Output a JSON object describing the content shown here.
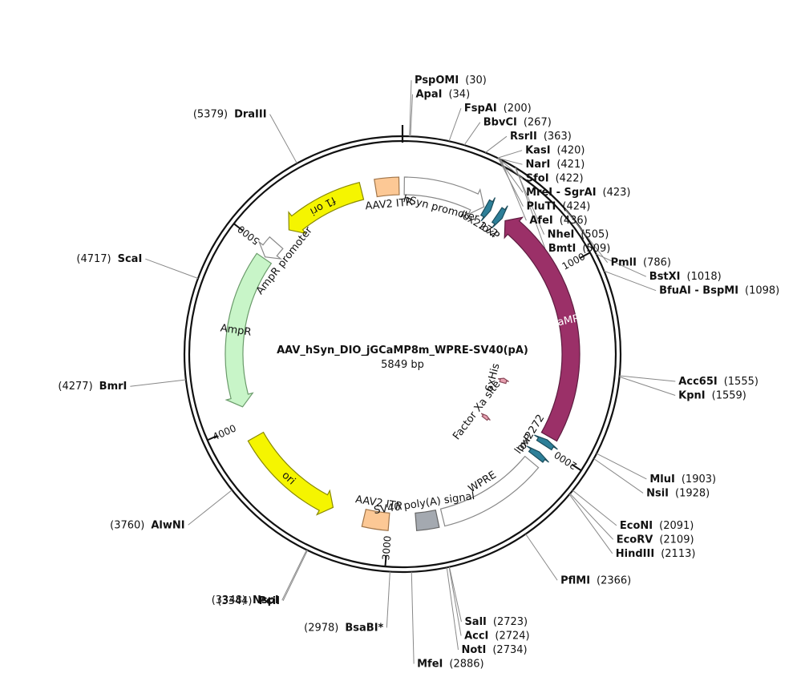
{
  "plasmid": {
    "name": "AAV_hSyn_DIO_jGCaMP8m_WPRE-SV40(pA)",
    "size_label": "5849 bp",
    "length": 5849
  },
  "ticks": [
    {
      "pos": 1000,
      "label": "1000"
    },
    {
      "pos": 2000,
      "label": "2000"
    },
    {
      "pos": 3000,
      "label": "3000"
    },
    {
      "pos": 4000,
      "label": "4000"
    },
    {
      "pos": 5000,
      "label": "5000"
    }
  ],
  "features": [
    {
      "id": "aav2-itr-left",
      "label": "AAV2 ITR",
      "start": 5700,
      "end": 5830,
      "type": "box",
      "color": "#fcc895",
      "stroke": "#a0754a"
    },
    {
      "id": "hsyn-promoter",
      "label": "hSyn promoter",
      "start": 10,
      "end": 470,
      "type": "arrow",
      "dir": 1,
      "color": "#ffffff",
      "stroke": "#888888"
    },
    {
      "id": "lox2272-a",
      "label": "lox2272",
      "start": 478,
      "end": 512,
      "type": "arrow",
      "dir": 1,
      "color": "#2d7f98",
      "stroke": "#1b4d5c"
    },
    {
      "id": "loxp-a",
      "label": "loxP",
      "start": 555,
      "end": 589,
      "type": "arrow",
      "dir": 1,
      "color": "#2d7f98",
      "stroke": "#1b4d5c"
    },
    {
      "id": "jgcamp8m",
      "label": "jGCaMP8m",
      "start": 610,
      "end": 1940,
      "type": "arrow",
      "dir": -1,
      "color": "#9b3068",
      "stroke": "#5e1c40"
    },
    {
      "id": "6xhis",
      "label": "6xHis",
      "start": 1680,
      "end": 1720,
      "type": "arrow",
      "dir": -1,
      "color": "#e8a0b0",
      "stroke": "#8a4a5a",
      "inner": true
    },
    {
      "id": "lox2272-b",
      "label": "lox2272",
      "start": 1960,
      "end": 1994,
      "type": "arrow",
      "dir": -1,
      "color": "#2d7f98",
      "stroke": "#1b4d5c"
    },
    {
      "id": "loxp-b",
      "label": "loxP",
      "start": 2040,
      "end": 2074,
      "type": "arrow",
      "dir": -1,
      "color": "#2d7f98",
      "stroke": "#1b4d5c"
    },
    {
      "id": "factor-xa",
      "label": "Factor Xa site",
      "start": 2050,
      "end": 2080,
      "type": "arrow",
      "dir": -1,
      "color": "#e8a0b0",
      "stroke": "#8a4a5a",
      "inner": true
    },
    {
      "id": "wpre",
      "label": "WPRE",
      "start": 2110,
      "end": 2700,
      "type": "box",
      "color": "#ffffff",
      "stroke": "#888888"
    },
    {
      "id": "sv40-polya",
      "label": "SV40 poly(A) signal",
      "start": 2730,
      "end": 2850,
      "type": "box",
      "color": "#a4a9b0",
      "stroke": "#666666"
    },
    {
      "id": "aav2-itr-right",
      "label": "AAV2 ITR",
      "start": 3000,
      "end": 3140,
      "type": "box",
      "color": "#fcc895",
      "stroke": "#a0754a"
    },
    {
      "id": "ori",
      "label": "ori",
      "start": 3320,
      "end": 3910,
      "type": "arrow",
      "dir": -1,
      "color": "#f5f500",
      "stroke": "#8a8a00"
    },
    {
      "id": "ampr",
      "label": "AmpR",
      "start": 4090,
      "end": 4950,
      "type": "arrow",
      "dir": -1,
      "color": "#c8f5c8",
      "stroke": "#6a9a6a"
    },
    {
      "id": "ampr-promoter",
      "label": "AmpR promoter",
      "start": 4960,
      "end": 5060,
      "type": "arrow",
      "dir": -1,
      "color": "#ffffff",
      "stroke": "#888888"
    },
    {
      "id": "f1-ori",
      "label": "f1 ori",
      "start": 5160,
      "end": 5620,
      "type": "arrow",
      "dir": -1,
      "color": "#f5f500",
      "stroke": "#8a8a00"
    }
  ],
  "sites": [
    {
      "name": "PspOMI",
      "pos": "30",
      "bp": 30
    },
    {
      "name": "ApaI",
      "pos": "34",
      "bp": 34
    },
    {
      "name": "FspAI",
      "pos": "200",
      "bp": 200
    },
    {
      "name": "BbvCI",
      "pos": "267",
      "bp": 267
    },
    {
      "name": "RsrII",
      "pos": "363",
      "bp": 363
    },
    {
      "name": "KasI",
      "pos": "420",
      "bp": 420
    },
    {
      "name": "NarI",
      "pos": "421",
      "bp": 421
    },
    {
      "name": "SfoI",
      "pos": "422",
      "bp": 422
    },
    {
      "name": "MreI - SgrAI",
      "pos": "423",
      "bp": 423
    },
    {
      "name": "PluTI",
      "pos": "424",
      "bp": 424
    },
    {
      "name": "AfeI",
      "pos": "436",
      "bp": 436
    },
    {
      "name": "NheI",
      "pos": "505",
      "bp": 505
    },
    {
      "name": "BmtI",
      "pos": "509",
      "bp": 509
    },
    {
      "name": "PmlI",
      "pos": "786",
      "bp": 786
    },
    {
      "name": "BstXI",
      "pos": "1018",
      "bp": 1018
    },
    {
      "name": "BfuAI - BspMI",
      "pos": "1098",
      "bp": 1098
    },
    {
      "name": "Acc65I",
      "pos": "1555",
      "bp": 1555
    },
    {
      "name": "KpnI",
      "pos": "1559",
      "bp": 1559
    },
    {
      "name": "MluI",
      "pos": "1903",
      "bp": 1903
    },
    {
      "name": "NsiI",
      "pos": "1928",
      "bp": 1928
    },
    {
      "name": "EcoNI",
      "pos": "2091",
      "bp": 2091
    },
    {
      "name": "EcoRV",
      "pos": "2109",
      "bp": 2109
    },
    {
      "name": "HindIII",
      "pos": "2113",
      "bp": 2113
    },
    {
      "name": "PflMI",
      "pos": "2366",
      "bp": 2366
    },
    {
      "name": "SalI",
      "pos": "2723",
      "bp": 2723
    },
    {
      "name": "AccI",
      "pos": "2724",
      "bp": 2724
    },
    {
      "name": "NotI",
      "pos": "2734",
      "bp": 2734
    },
    {
      "name": "MfeI",
      "pos": "2886",
      "bp": 2886
    },
    {
      "name": "BsaBI*",
      "pos": "2978",
      "bp": 2978
    },
    {
      "name": "PciI",
      "pos": "3344",
      "bp": 3344
    },
    {
      "name": "NspI",
      "pos": "3348",
      "bp": 3348
    },
    {
      "name": "AlwNI",
      "pos": "3760",
      "bp": 3760
    },
    {
      "name": "BmrI",
      "pos": "4277",
      "bp": 4277
    },
    {
      "name": "ScaI",
      "pos": "4717",
      "bp": 4717
    },
    {
      "name": "DraIII",
      "pos": "5379",
      "bp": 5379
    }
  ]
}
